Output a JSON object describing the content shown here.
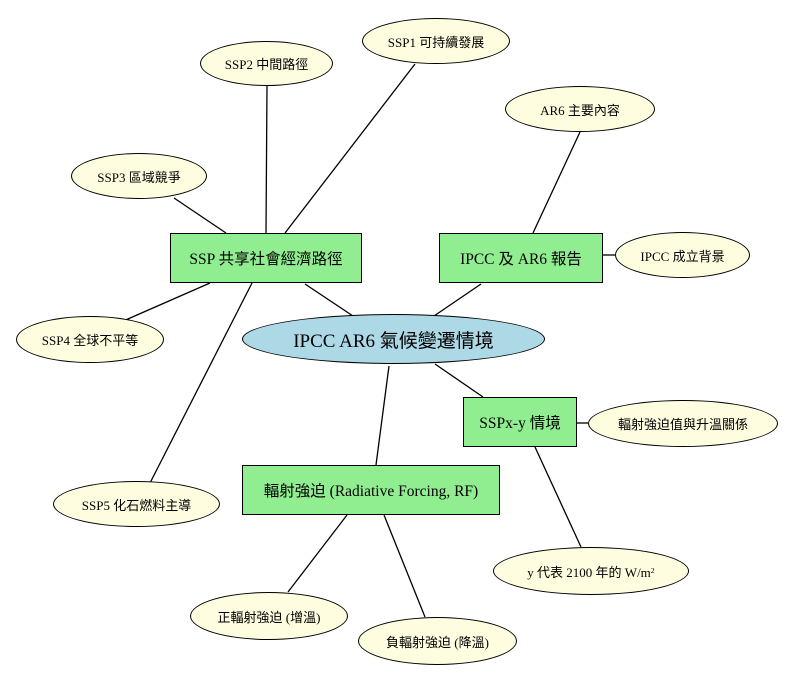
{
  "nodes": {
    "center": "IPCC AR6 氣候變遷情境",
    "ssp_main": "SSP 共享社會經濟路徑",
    "ipcc_main": "IPCC 及  AR6 報告",
    "sspxy_main": "SSPx-y 情境",
    "rf_main": "輻射強迫 (Radiative Forcing, RF)",
    "ssp1": "SSP1 可持續發展",
    "ssp2": "SSP2 中間路徑",
    "ssp3": "SSP3 區域競爭",
    "ssp4": "SSP4 全球不平等",
    "ssp5": "SSP5 化石燃料主導",
    "ar6_content": "AR6 主要內容",
    "ipcc_background": "IPCC 成立背景",
    "rf_temp_relation": "輻射強迫值與升溫關係",
    "y_meaning": "y 代表 2100 年的  W/m",
    "y_meaning_sup": "2",
    "positive_rf": "正輻射強迫 (增溫)",
    "negative_rf": "負輻射強迫 (降溫)"
  },
  "colors": {
    "center_fill": "#add8e6",
    "box_fill": "#90ee90",
    "leaf_fill": "#fffde0",
    "stroke": "#000000"
  }
}
